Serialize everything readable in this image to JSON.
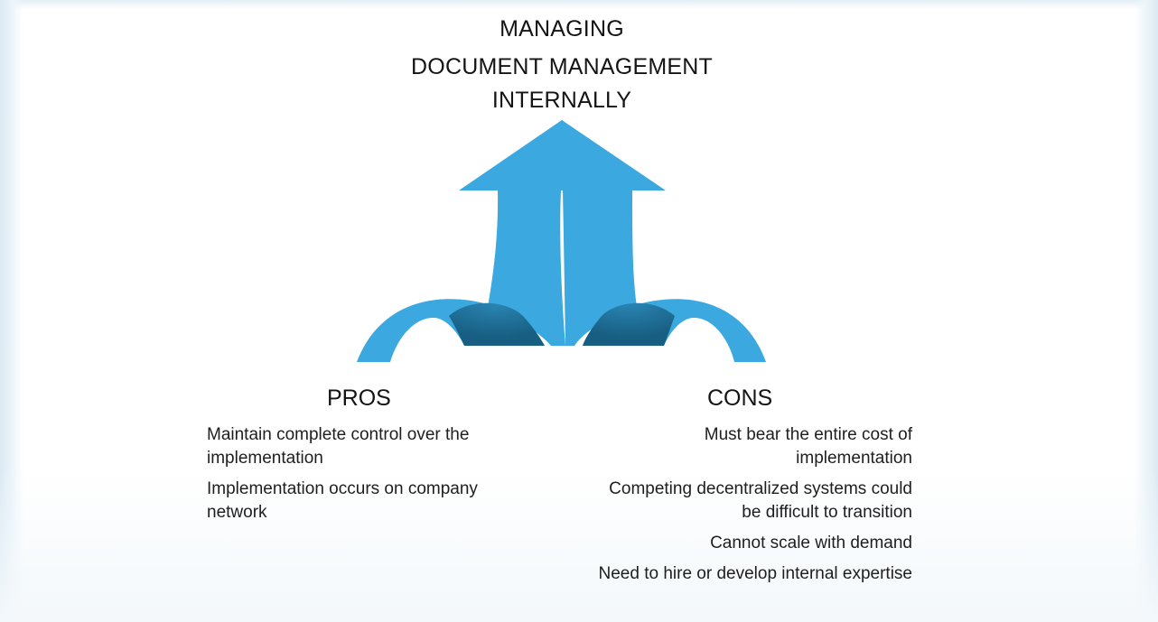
{
  "title": {
    "line1": "MANAGING",
    "line2": "DOCUMENT MANAGEMENT",
    "line3": "INTERNALLY"
  },
  "pros": {
    "heading": "PROS",
    "items": [
      "Maintain complete control over the implementation",
      "Implementation occurs on company network"
    ]
  },
  "cons": {
    "heading": "CONS",
    "items": [
      "Must bear the entire cost of implementation",
      "Competing decentralized systems could be difficult to transition",
      "Cannot scale with demand",
      "Need to hire or develop internal expertise"
    ]
  },
  "colors": {
    "arrow": "#3ba8df",
    "arrow_shadow": "#1b6386",
    "text": "#141414"
  }
}
